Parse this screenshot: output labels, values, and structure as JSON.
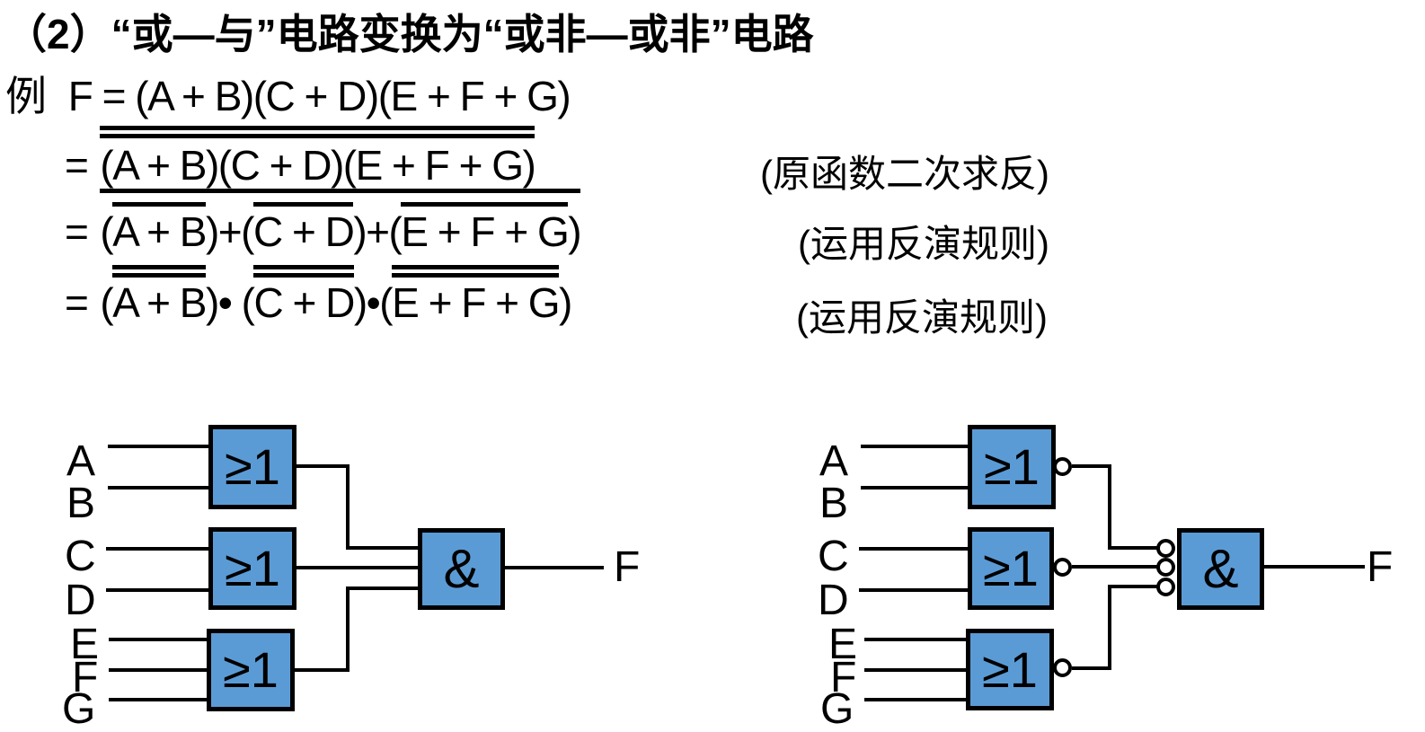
{
  "title": "（2）“或—与”电路变换为“或非—或非”电路",
  "colors": {
    "gate_fill": "#5B9BD5",
    "line": "#000000",
    "background": "#FFFFFF"
  },
  "equations": {
    "example_label": "例",
    "row1": {
      "body": "F = (A + B)(C + D)(E + F + G)"
    },
    "row2": {
      "eq": "=",
      "body": "(A + B)(C + D)(E + F + G)",
      "note": "(原函数二次求反)"
    },
    "row3": {
      "eq": "=",
      "open": "(",
      "g1": "A + B",
      "mid1": ")+(",
      "g2": "C + D",
      "mid2": ")+(",
      "g3": "E + F + G",
      "close": ")",
      "note": "(运用反演规则)"
    },
    "row4": {
      "eq": "=",
      "open": "(",
      "g1": "A + B",
      "mid1": ")• (",
      "g2": "C + D",
      "mid2": ")•(",
      "g3": "E + F + G",
      "close": ")",
      "note": "(运用反演规则)"
    }
  },
  "left_circuit": {
    "type": "OR-AND",
    "inputs": [
      "A",
      "B",
      "C",
      "D",
      "E",
      "F",
      "G"
    ],
    "gates": {
      "or": "≥1",
      "and": "&"
    },
    "output": "F"
  },
  "right_circuit": {
    "type": "NOR-NOR",
    "inputs": [
      "A",
      "B",
      "C",
      "D",
      "E",
      "F",
      "G"
    ],
    "gates": {
      "or": "≥1",
      "and": "&"
    },
    "output": "F"
  }
}
